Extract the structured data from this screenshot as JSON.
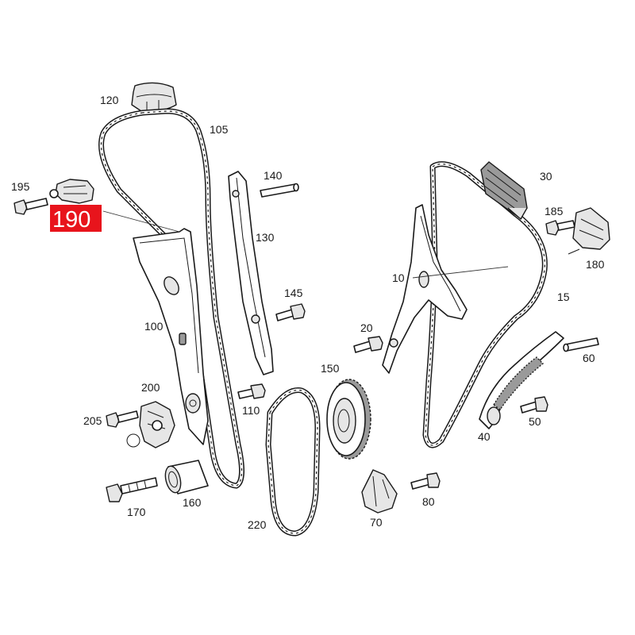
{
  "diagram": {
    "highlight_color": "#e8141c",
    "highlighted_part": "190",
    "callouts": {
      "p10": "10",
      "p15": "15",
      "p20": "20",
      "p30": "30",
      "p40": "40",
      "p50": "50",
      "p60": "60",
      "p70": "70",
      "p80": "80",
      "p100": "100",
      "p105": "105",
      "p110": "110",
      "p120": "120",
      "p130": "130",
      "p140": "140",
      "p145": "145",
      "p150": "150",
      "p160": "160",
      "p170": "170",
      "p180": "180",
      "p185": "185",
      "p190": "190",
      "p195": "195",
      "p200": "200",
      "p205": "205",
      "p220": "220"
    }
  }
}
